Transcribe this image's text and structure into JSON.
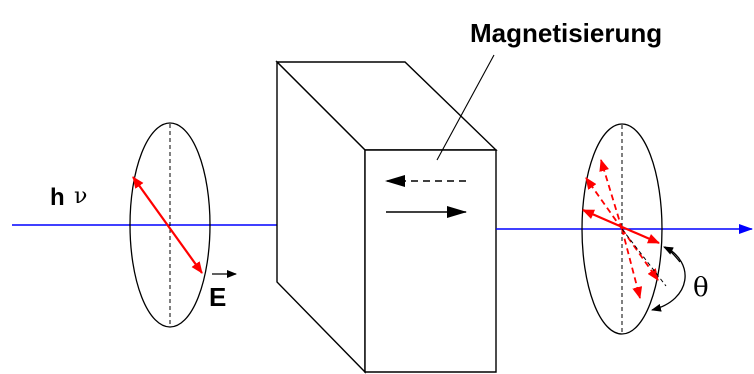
{
  "labels": {
    "magnetization": "Magnetisierung",
    "photon_h": "h",
    "photon_nu": "ν",
    "field_symbol": "E",
    "rotation_angle": "θ"
  },
  "colors": {
    "beam": "#0000ff",
    "polarization": "#ff0000",
    "outline": "#000000"
  }
}
